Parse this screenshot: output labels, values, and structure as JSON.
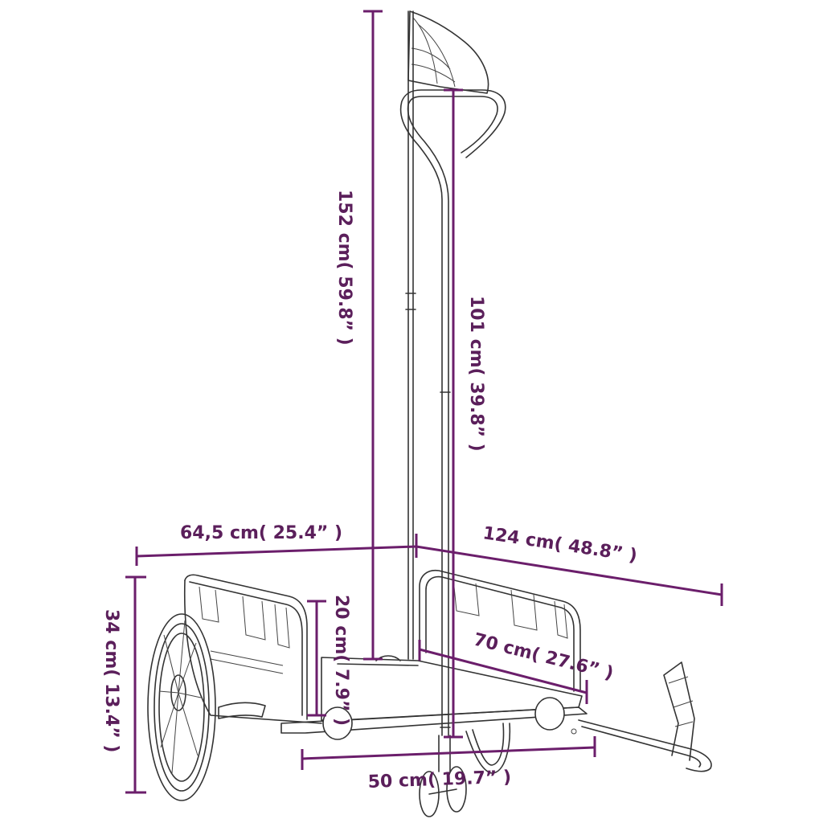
{
  "colors": {
    "dimension": "#6b1e6b",
    "dimension_text": "#5b1f5b",
    "outline": "#333333",
    "background": "#ffffff"
  },
  "dimensions": {
    "total_height": "152 cm( 59.8” )",
    "handle_height": "101 cm( 39.8” )",
    "width": "64,5 cm( 25.4” )",
    "length": "124 cm( 48.8” )",
    "wheel_height": "34 cm( 13.4” )",
    "side_height": "20 cm( 7.9” )",
    "bed_length": "70 cm( 27.6” )",
    "bed_width": "50 cm( 19.7” )"
  }
}
